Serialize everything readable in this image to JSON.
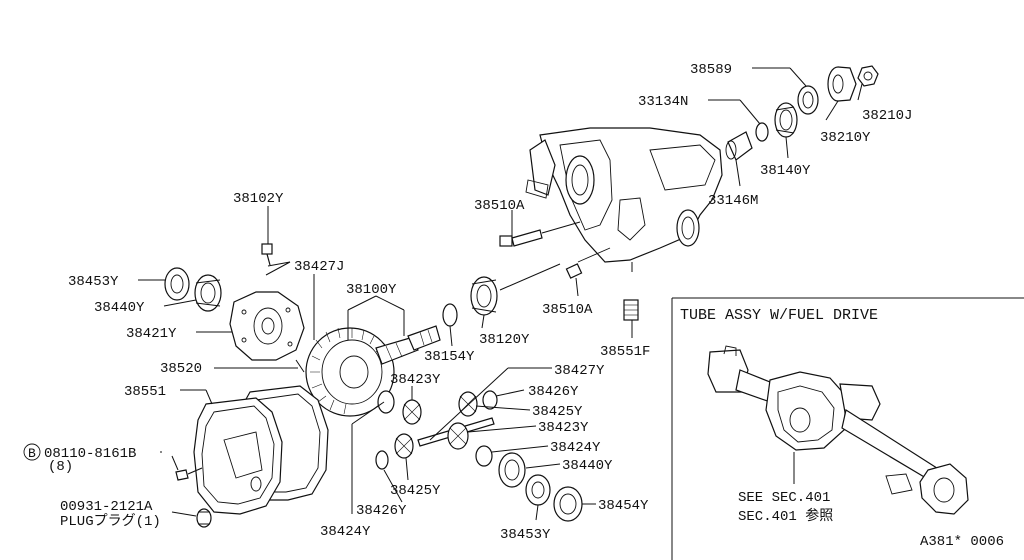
{
  "labels": {
    "l38589": "38589",
    "l33134n": "33134N",
    "l38210j": "38210J",
    "l38210y": "38210Y",
    "l38140y": "38140Y",
    "l33146m": "33146M",
    "l38102y": "38102Y",
    "l38510a_top": "38510A",
    "l38427j": "38427J",
    "l38453y_left": "38453Y",
    "l38100y": "38100Y",
    "l38440y_left": "38440Y",
    "l38510a_bot": "38510A",
    "l38421y": "38421Y",
    "l38120y": "38120Y",
    "l38154y": "38154Y",
    "l38551f": "38551F",
    "l38520": "38520",
    "l38427y": "38427Y",
    "l38423y_a": "38423Y",
    "l38426y_a": "38426Y",
    "l38551": "38551",
    "l38425y_a": "38425Y",
    "l38423y_b": "38423Y",
    "l08110": "08110-8161B",
    "l08110_qty": "(8)",
    "l38424y_a": "38424Y",
    "l38440y_r": "38440Y",
    "l38425y_b": "38425Y",
    "l00931": "00931-2121A",
    "l00931_name": "PLUGプラグ(1)",
    "l38426y_b": "38426Y",
    "l38454y": "38454Y",
    "l38424y_b": "38424Y",
    "l38453y_b": "38453Y",
    "circled_b": "B"
  },
  "inset": {
    "title": "TUBE ASSY W/FUEL DRIVE",
    "see1": "SEE SEC.401",
    "see2": "SEC.401 参照"
  },
  "figure_code": "A381* 0006"
}
